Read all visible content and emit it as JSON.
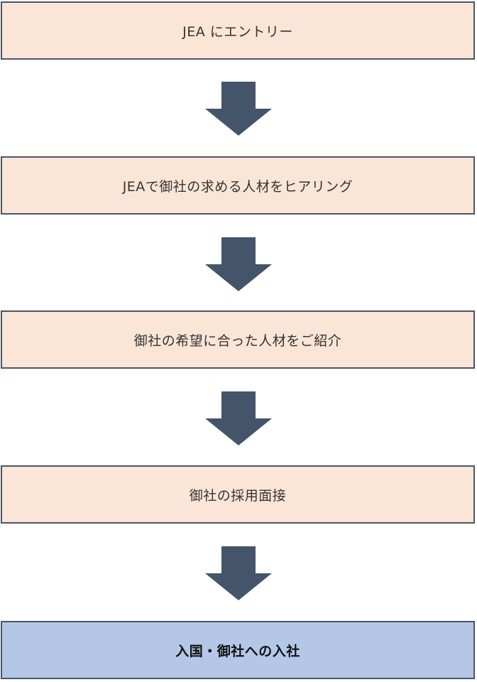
{
  "steps": [
    {
      "label": "JEA にエントリー"
    },
    {
      "label": "JEAで御社の求める人材をヒアリング"
    },
    {
      "label": "御社の希望に合った人材をご紹介"
    },
    {
      "label": "御社の採用面接"
    },
    {
      "label": "入国・御社への入社"
    }
  ],
  "colors": {
    "step_fill": "#fbe5d6",
    "final_fill": "#b4c7e7",
    "border": "#4a5568",
    "arrow": "#44546a"
  },
  "icons": {
    "arrow": "down-arrow-icon"
  }
}
